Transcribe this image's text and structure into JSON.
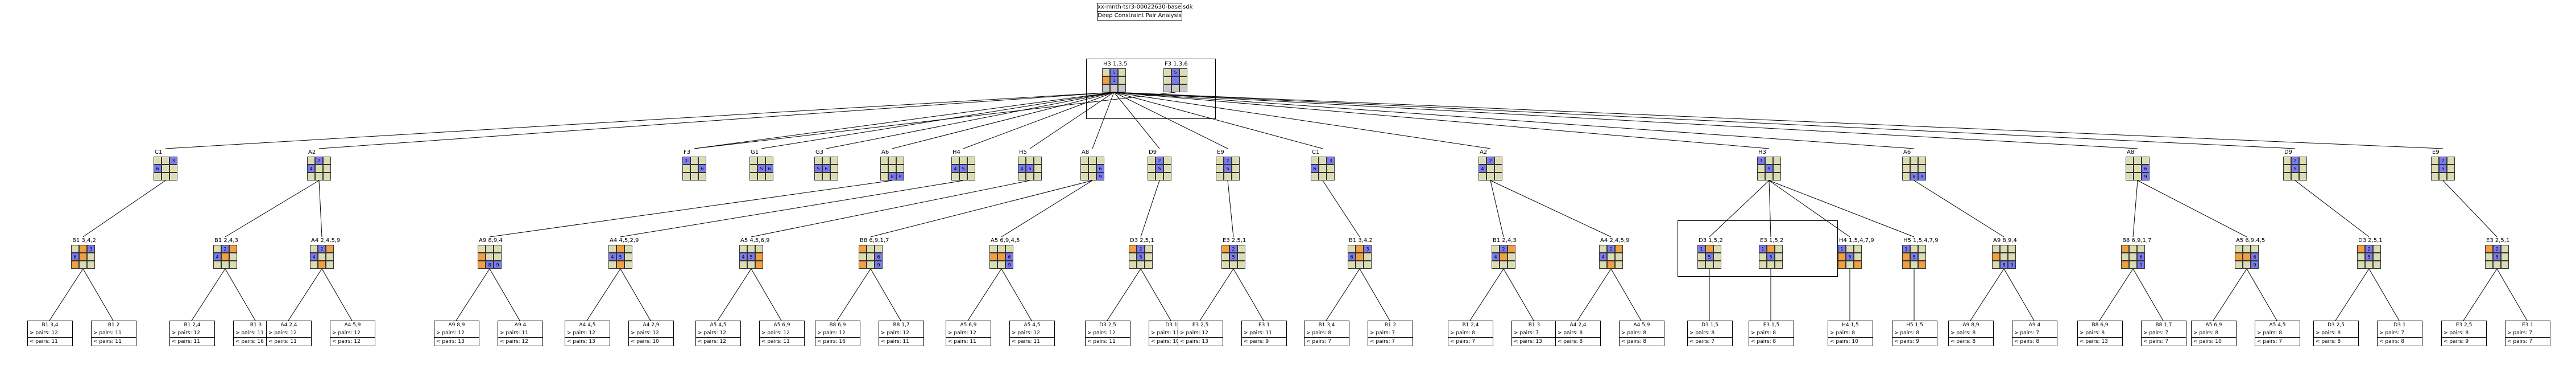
{
  "header": {
    "title": "xx-mnth-tsr3-00022630-base sdk",
    "subtitle": "Deep Constraint Pair Analysis"
  },
  "colors": {
    "gray": "#c9c9c9",
    "tan": "#dcdcb4",
    "orange": "#f0a040",
    "blue": "#7b7bef"
  },
  "roots": [
    {
      "label": "H3  1,3,5",
      "grid": [
        "tan",
        "blue",
        "tan",
        "orange",
        "blue",
        "tan",
        "gray",
        "gray",
        "gray"
      ],
      "nums": [
        "",
        "5",
        "",
        "",
        "1",
        "",
        "",
        "",
        ""
      ]
    },
    {
      "label": "F3  1,3,6",
      "grid": [
        "tan",
        "blue",
        "tan",
        "tan",
        "blue",
        "tan",
        "gray",
        "gray",
        "gray"
      ],
      "nums": [
        "",
        "5",
        "",
        "",
        "",
        "",
        "",
        "",
        ""
      ]
    }
  ],
  "level1": [
    {
      "label": "C1",
      "grid": [
        "tan",
        "tan",
        "blue",
        "blue",
        "tan",
        "tan",
        "tan",
        "tan",
        "tan"
      ],
      "nums": [
        "",
        "",
        "3",
        "6",
        "",
        "",
        "",
        "",
        ""
      ]
    },
    {
      "label": "A2",
      "grid": [
        "tan",
        "blue",
        "tan",
        "blue",
        "tan",
        "tan",
        "tan",
        "tan",
        "tan"
      ],
      "nums": [
        "",
        "2",
        "",
        "4",
        "",
        "",
        "",
        "",
        ""
      ]
    },
    {
      "label": "F3",
      "grid": [
        "blue",
        "tan",
        "tan",
        "tan",
        "tan",
        "blue",
        "tan",
        "tan",
        "tan"
      ],
      "nums": [
        "1",
        "",
        "",
        "",
        "",
        "6",
        "",
        "",
        ""
      ]
    },
    {
      "label": "G1",
      "grid": [
        "tan",
        "tan",
        "tan",
        "tan",
        "blue",
        "blue",
        "tan",
        "tan",
        "tan"
      ],
      "nums": [
        "",
        "",
        "",
        "",
        "5",
        "6",
        "",
        "",
        ""
      ]
    },
    {
      "label": "G3",
      "grid": [
        "tan",
        "tan",
        "tan",
        "blue",
        "blue",
        "tan",
        "tan",
        "tan",
        "tan"
      ],
      "nums": [
        "",
        "",
        "",
        "5",
        "6",
        "",
        "",
        "",
        ""
      ]
    },
    {
      "label": "A6",
      "grid": [
        "tan",
        "tan",
        "tan",
        "tan",
        "tan",
        "tan",
        "tan",
        "blue",
        "blue"
      ],
      "nums": [
        "",
        "",
        "",
        "",
        "",
        "",
        "",
        "8",
        "9"
      ]
    },
    {
      "label": "H4",
      "grid": [
        "tan",
        "tan",
        "tan",
        "blue",
        "blue",
        "tan",
        "tan",
        "tan",
        "tan"
      ],
      "nums": [
        "",
        "",
        "",
        "4",
        "5",
        "",
        "",
        "",
        ""
      ]
    },
    {
      "label": "H5",
      "grid": [
        "tan",
        "tan",
        "tan",
        "blue",
        "blue",
        "tan",
        "tan",
        "tan",
        "tan"
      ],
      "nums": [
        "",
        "",
        "",
        "4",
        "5",
        "",
        "",
        "",
        ""
      ]
    },
    {
      "label": "A8",
      "grid": [
        "tan",
        "tan",
        "tan",
        "tan",
        "tan",
        "blue",
        "tan",
        "tan",
        "blue"
      ],
      "nums": [
        "",
        "",
        "",
        "",
        "",
        "6",
        "",
        "",
        "9"
      ]
    },
    {
      "label": "D9",
      "grid": [
        "tan",
        "blue",
        "tan",
        "tan",
        "blue",
        "tan",
        "tan",
        "tan",
        "tan"
      ],
      "nums": [
        "",
        "2",
        "",
        "",
        "5",
        "",
        "",
        "",
        ""
      ]
    },
    {
      "label": "E9",
      "grid": [
        "tan",
        "blue",
        "tan",
        "tan",
        "blue",
        "tan",
        "tan",
        "tan",
        "tan"
      ],
      "nums": [
        "",
        "2",
        "",
        "",
        "5",
        "",
        "",
        "",
        ""
      ]
    },
    {
      "label": "C1",
      "grid": [
        "tan",
        "tan",
        "blue",
        "blue",
        "tan",
        "tan",
        "tan",
        "tan",
        "tan"
      ],
      "nums": [
        "",
        "",
        "3",
        "6",
        "",
        "",
        "",
        "",
        ""
      ]
    },
    {
      "label": "A2",
      "grid": [
        "tan",
        "blue",
        "tan",
        "blue",
        "tan",
        "tan",
        "tan",
        "tan",
        "tan"
      ],
      "nums": [
        "",
        "2",
        "",
        "4",
        "",
        "",
        "",
        "",
        ""
      ]
    },
    {
      "label": "H3",
      "grid": [
        "blue",
        "tan",
        "tan",
        "tan",
        "blue",
        "tan",
        "tan",
        "tan",
        "tan"
      ],
      "nums": [
        "1",
        "",
        "",
        "",
        "5",
        "",
        "",
        "",
        ""
      ]
    },
    {
      "label": "A6",
      "grid": [
        "tan",
        "tan",
        "tan",
        "tan",
        "tan",
        "tan",
        "tan",
        "blue",
        "blue"
      ],
      "nums": [
        "",
        "",
        "",
        "",
        "",
        "",
        "",
        "8",
        "9"
      ]
    },
    {
      "label": "A8",
      "grid": [
        "tan",
        "tan",
        "tan",
        "tan",
        "tan",
        "blue",
        "tan",
        "tan",
        "blue"
      ],
      "nums": [
        "",
        "",
        "",
        "",
        "",
        "6",
        "",
        "",
        "9"
      ]
    },
    {
      "label": "D9",
      "grid": [
        "tan",
        "blue",
        "tan",
        "tan",
        "blue",
        "tan",
        "tan",
        "tan",
        "tan"
      ],
      "nums": [
        "",
        "2",
        "",
        "",
        "5",
        "",
        "",
        "",
        ""
      ]
    },
    {
      "label": "E9",
      "grid": [
        "tan",
        "blue",
        "tan",
        "tan",
        "blue",
        "tan",
        "tan",
        "tan",
        "tan"
      ],
      "nums": [
        "",
        "2",
        "",
        "",
        "5",
        "",
        "",
        "",
        ""
      ]
    }
  ],
  "level2": [
    {
      "label": "B1  3,4,2",
      "grid": [
        "tan",
        "orange",
        "blue",
        "blue",
        "orange",
        "tan",
        "orange",
        "tan",
        "tan"
      ],
      "nums": [
        "",
        "",
        "3",
        "6",
        "",
        "",
        "",
        "",
        ""
      ]
    },
    {
      "label": "B1  2,4,3",
      "grid": [
        "tan",
        "blue",
        "orange",
        "blue",
        "orange",
        "tan",
        "tan",
        "tan",
        "tan"
      ],
      "nums": [
        "",
        "2",
        "",
        "4",
        "",
        "",
        "",
        "",
        ""
      ]
    },
    {
      "label": "A4  2,4,5,9",
      "grid": [
        "tan",
        "blue",
        "orange",
        "blue",
        "tan",
        "tan",
        "tan",
        "orange",
        "tan"
      ],
      "nums": [
        "",
        "2",
        "",
        "4",
        "",
        "",
        "",
        "",
        ""
      ]
    },
    {
      "label": "A9  8,9,4",
      "grid": [
        "tan",
        "tan",
        "tan",
        "orange",
        "tan",
        "tan",
        "orange",
        "blue",
        "blue"
      ],
      "nums": [
        "",
        "",
        "",
        "",
        "",
        "",
        "",
        "8",
        "9"
      ]
    },
    {
      "label": "A4  4,5,2,9",
      "grid": [
        "tan",
        "orange",
        "tan",
        "blue",
        "blue",
        "tan",
        "tan",
        "orange",
        "tan"
      ],
      "nums": [
        "",
        "",
        "",
        "4",
        "5",
        "",
        "",
        "",
        ""
      ]
    },
    {
      "label": "A5  4,5,6,9",
      "grid": [
        "tan",
        "tan",
        "tan",
        "blue",
        "blue",
        "orange",
        "tan",
        "tan",
        "orange"
      ],
      "nums": [
        "",
        "",
        "",
        "4",
        "5",
        "",
        "",
        "",
        ""
      ]
    },
    {
      "label": "B8  6,9,1,7",
      "grid": [
        "orange",
        "tan",
        "tan",
        "tan",
        "tan",
        "blue",
        "orange",
        "tan",
        "blue"
      ],
      "nums": [
        "",
        "",
        "",
        "",
        "",
        "6",
        "",
        "",
        "9"
      ]
    },
    {
      "label": "A5  6,9,4,5",
      "grid": [
        "tan",
        "tan",
        "tan",
        "orange",
        "orange",
        "blue",
        "tan",
        "tan",
        "blue"
      ],
      "nums": [
        "",
        "",
        "",
        "",
        "",
        "6",
        "",
        "",
        "9"
      ]
    },
    {
      "label": "D3  2,5,1",
      "grid": [
        "orange",
        "blue",
        "tan",
        "tan",
        "blue",
        "tan",
        "tan",
        "tan",
        "tan"
      ],
      "nums": [
        "",
        "2",
        "",
        "",
        "5",
        "",
        "",
        "",
        ""
      ]
    },
    {
      "label": "E3  2,5,1",
      "grid": [
        "orange",
        "blue",
        "tan",
        "tan",
        "blue",
        "tan",
        "tan",
        "tan",
        "tan"
      ],
      "nums": [
        "",
        "2",
        "",
        "",
        "5",
        "",
        "",
        "",
        ""
      ]
    },
    {
      "label": "B1  3,4,2",
      "grid": [
        "tan",
        "orange",
        "blue",
        "blue",
        "orange",
        "tan",
        "tan",
        "tan",
        "tan"
      ],
      "nums": [
        "",
        "",
        "3",
        "6",
        "",
        "",
        "",
        "",
        ""
      ]
    },
    {
      "label": "B1  2,4,3",
      "grid": [
        "tan",
        "blue",
        "orange",
        "blue",
        "orange",
        "tan",
        "tan",
        "tan",
        "tan"
      ],
      "nums": [
        "",
        "2",
        "",
        "4",
        "",
        "",
        "",
        "",
        ""
      ]
    },
    {
      "label": "A4  2,4,5,9",
      "grid": [
        "tan",
        "blue",
        "orange",
        "blue",
        "tan",
        "tan",
        "tan",
        "orange",
        "tan"
      ],
      "nums": [
        "",
        "2",
        "",
        "4",
        "",
        "",
        "",
        "",
        ""
      ]
    },
    {
      "label": "D3  1,5,2",
      "grid": [
        "blue",
        "orange",
        "tan",
        "tan",
        "blue",
        "tan",
        "tan",
        "tan",
        "tan"
      ],
      "nums": [
        "1",
        "",
        "",
        "",
        "5",
        "",
        "",
        "",
        ""
      ]
    },
    {
      "label": "E3  1,5,2",
      "grid": [
        "blue",
        "orange",
        "tan",
        "tan",
        "blue",
        "tan",
        "tan",
        "tan",
        "tan"
      ],
      "nums": [
        "1",
        "",
        "",
        "",
        "5",
        "",
        "",
        "",
        ""
      ]
    },
    {
      "label": "H4  1,5,4,7,9",
      "grid": [
        "blue",
        "tan",
        "tan",
        "orange",
        "blue",
        "tan",
        "orange",
        "tan",
        "orange"
      ],
      "nums": [
        "1",
        "",
        "",
        "",
        "5",
        "",
        "",
        "",
        ""
      ]
    },
    {
      "label": "H5  1,5,4,7,9",
      "grid": [
        "blue",
        "tan",
        "tan",
        "orange",
        "blue",
        "tan",
        "orange",
        "tan",
        "orange"
      ],
      "nums": [
        "1",
        "",
        "",
        "",
        "5",
        "",
        "",
        "",
        ""
      ]
    },
    {
      "label": "A9  8,9,4",
      "grid": [
        "tan",
        "tan",
        "tan",
        "orange",
        "tan",
        "tan",
        "tan",
        "blue",
        "blue"
      ],
      "nums": [
        "",
        "",
        "",
        "",
        "",
        "",
        "",
        "8",
        "9"
      ]
    },
    {
      "label": "B8  6,9,1,7",
      "grid": [
        "orange",
        "tan",
        "tan",
        "tan",
        "tan",
        "blue",
        "orange",
        "tan",
        "blue"
      ],
      "nums": [
        "",
        "",
        "",
        "",
        "",
        "6",
        "",
        "",
        "9"
      ]
    },
    {
      "label": "A5  6,9,4,5",
      "grid": [
        "tan",
        "tan",
        "tan",
        "orange",
        "orange",
        "blue",
        "tan",
        "tan",
        "blue"
      ],
      "nums": [
        "",
        "",
        "",
        "",
        "",
        "6",
        "",
        "",
        "9"
      ]
    },
    {
      "label": "D3  2,5,1",
      "grid": [
        "orange",
        "blue",
        "tan",
        "tan",
        "blue",
        "tan",
        "tan",
        "tan",
        "tan"
      ],
      "nums": [
        "",
        "2",
        "",
        "",
        "5",
        "",
        "",
        "",
        ""
      ]
    },
    {
      "label": "E3  2,5,1",
      "grid": [
        "orange",
        "blue",
        "tan",
        "tan",
        "blue",
        "tan",
        "tan",
        "tan",
        "tan"
      ],
      "nums": [
        "",
        "2",
        "",
        "",
        "5",
        "",
        "",
        "",
        ""
      ]
    }
  ],
  "leaves": [
    {
      "label": "B1  3,4",
      "rows": [
        "> pairs:  12",
        "< pairs:  11"
      ]
    },
    {
      "label": "B1  2",
      "rows": [
        "> pairs:  11",
        "< pairs:  11"
      ]
    },
    {
      "label": "B1  2,4",
      "rows": [
        "> pairs:  12",
        "< pairs:  11"
      ]
    },
    {
      "label": "B1  3",
      "rows": [
        "> pairs:  11",
        "< pairs:  16"
      ]
    },
    {
      "label": "A4  2,4",
      "rows": [
        "> pairs:  12",
        "< pairs:  11"
      ]
    },
    {
      "label": "A4  5,9",
      "rows": [
        "> pairs:  12",
        "< pairs:  12"
      ]
    },
    {
      "label": "A9  8,9",
      "rows": [
        "> pairs:  12",
        "< pairs:  13"
      ]
    },
    {
      "label": "A9  4",
      "rows": [
        "> pairs:  11",
        "< pairs:  12"
      ]
    },
    {
      "label": "A4  4,5",
      "rows": [
        "> pairs:  12",
        "< pairs:  13"
      ]
    },
    {
      "label": "A4  2,9",
      "rows": [
        "> pairs:  12",
        "< pairs:  10"
      ]
    },
    {
      "label": "A5  4,5",
      "rows": [
        "> pairs:  12",
        "< pairs:  12"
      ]
    },
    {
      "label": "A5  6,9",
      "rows": [
        "> pairs:  12",
        "< pairs:  11"
      ]
    },
    {
      "label": "B8  6,9",
      "rows": [
        "> pairs:  12",
        "< pairs:  16"
      ]
    },
    {
      "label": "B8  1,7",
      "rows": [
        "> pairs:  12",
        "< pairs:  11"
      ]
    },
    {
      "label": "A5  6,9",
      "rows": [
        "> pairs:  12",
        "< pairs:  11"
      ]
    },
    {
      "label": "A5  4,5",
      "rows": [
        "> pairs:  12",
        "< pairs:  11"
      ]
    },
    {
      "label": "D3  2,5",
      "rows": [
        "> pairs:  12",
        "< pairs:  11"
      ]
    },
    {
      "label": "D3  1",
      "rows": [
        "> pairs:  11",
        "< pairs:  10"
      ]
    },
    {
      "label": "E3  2,5",
      "rows": [
        "> pairs:  12",
        "< pairs:  13"
      ]
    },
    {
      "label": "E3  1",
      "rows": [
        "> pairs:  11",
        "< pairs:   9"
      ]
    },
    {
      "label": "B1  3,4",
      "rows": [
        "> pairs:   8",
        "< pairs:   7"
      ]
    },
    {
      "label": "B1  2",
      "rows": [
        "> pairs:   7",
        "< pairs:   7"
      ]
    },
    {
      "label": "B1  2,4",
      "rows": [
        "> pairs:   8",
        "< pairs:   7"
      ]
    },
    {
      "label": "B1  3",
      "rows": [
        "> pairs:   7",
        "< pairs:  13"
      ]
    },
    {
      "label": "A4  2,4",
      "rows": [
        "> pairs:   8",
        "< pairs:   8"
      ]
    },
    {
      "label": "A4  5,9",
      "rows": [
        "> pairs:   8",
        "< pairs:   8"
      ]
    },
    {
      "label": "D3  1,5",
      "rows": [
        "> pairs:   8",
        "< pairs:   7"
      ]
    },
    {
      "label": "E3  1,5",
      "rows": [
        "> pairs:   8",
        "< pairs:   8"
      ]
    },
    {
      "label": "H4  1,5",
      "rows": [
        "> pairs:   8",
        "< pairs:  10"
      ]
    },
    {
      "label": "H5  1,5",
      "rows": [
        "> pairs:   8",
        "< pairs:   9"
      ]
    },
    {
      "label": "A9  8,9",
      "rows": [
        "> pairs:   8",
        "< pairs:   8"
      ]
    },
    {
      "label": "A9  4",
      "rows": [
        "> pairs:   7",
        "< pairs:   8"
      ]
    },
    {
      "label": "B8  6,9",
      "rows": [
        "> pairs:   8",
        "< pairs:  13"
      ]
    },
    {
      "label": "B8  1,7",
      "rows": [
        "> pairs:   7",
        "< pairs:   7"
      ]
    },
    {
      "label": "A5  6,9",
      "rows": [
        "> pairs:   8",
        "< pairs:  10"
      ]
    },
    {
      "label": "A5  4,5",
      "rows": [
        "> pairs:   8",
        "< pairs:   7"
      ]
    },
    {
      "label": "D3  2,5",
      "rows": [
        "> pairs:   8",
        "< pairs:   8"
      ]
    },
    {
      "label": "D3  1",
      "rows": [
        "> pairs:   7",
        "< pairs:   8"
      ]
    },
    {
      "label": "E3  2,5",
      "rows": [
        "> pairs:   8",
        "< pairs:   9"
      ]
    },
    {
      "label": "E3  1",
      "rows": [
        "> pairs:   7",
        "< pairs:   7"
      ]
    }
  ]
}
